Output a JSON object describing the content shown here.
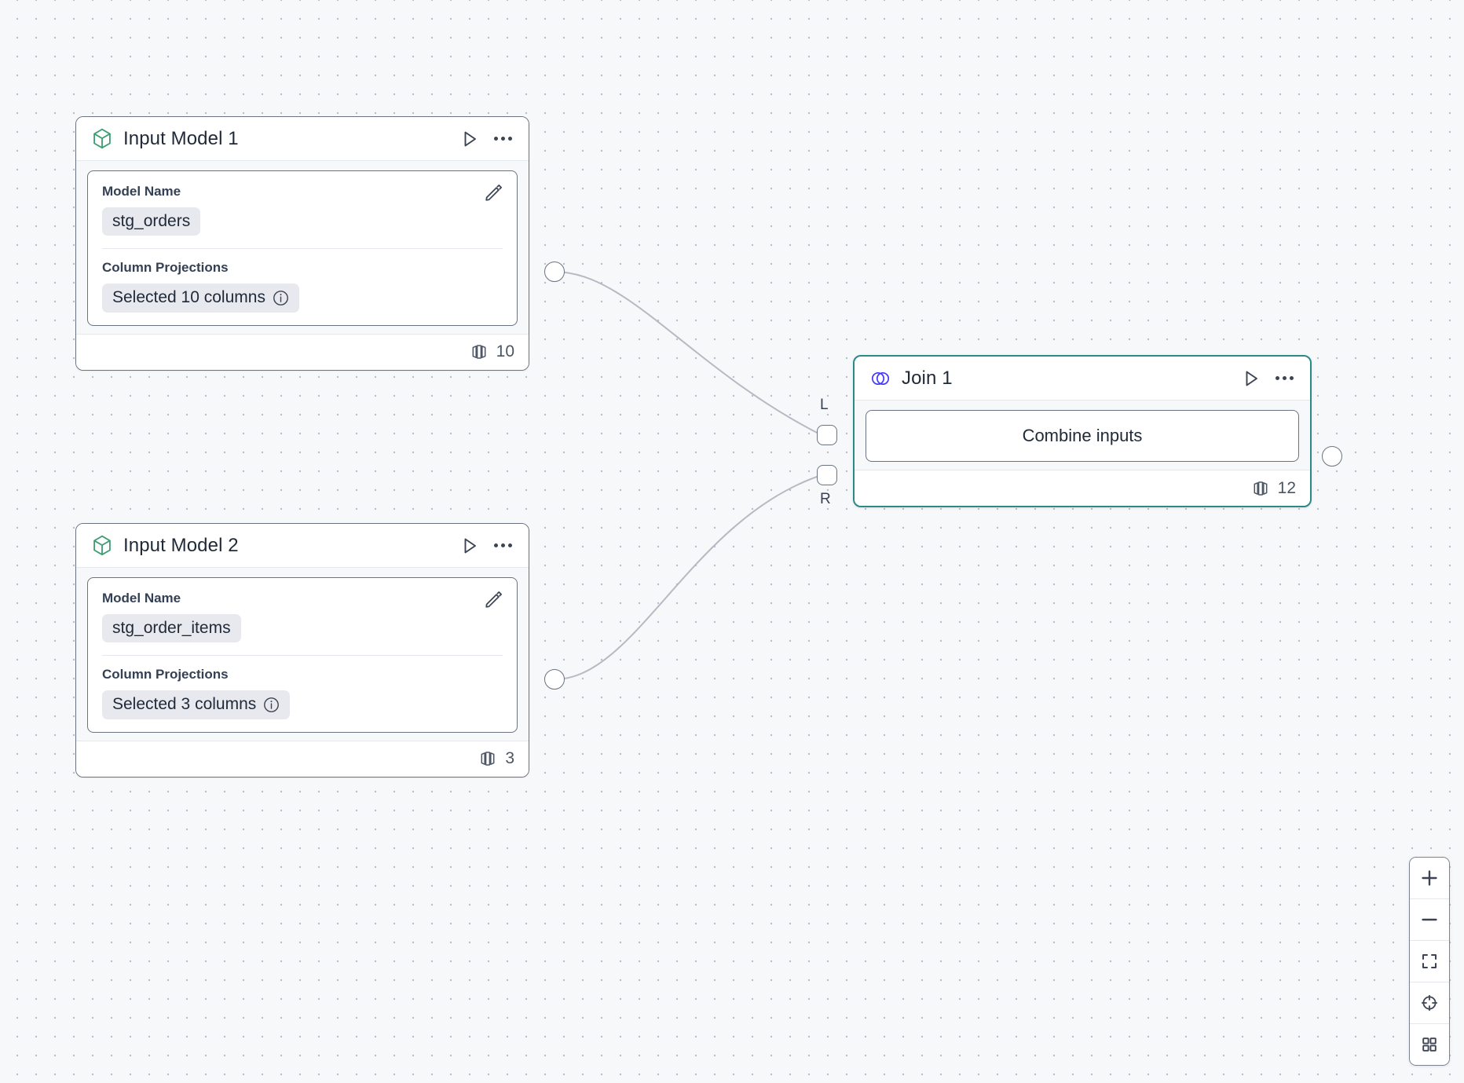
{
  "canvas": {
    "background_color": "#f7f8fa",
    "dot_color": "#b9bfcc"
  },
  "nodes": [
    {
      "id": "input-model-1",
      "type": "input-model",
      "title": "Input Model 1",
      "icon": "cube-icon",
      "icon_color": "#3f9e72",
      "selected": false,
      "fields": {
        "model_name_label": "Model Name",
        "model_name_value": "stg_orders",
        "column_projections_label": "Column Projections",
        "column_projections_value": "Selected 10 columns"
      },
      "footer": {
        "columns_icon": "columns-icon",
        "count": "10"
      }
    },
    {
      "id": "input-model-2",
      "type": "input-model",
      "title": "Input Model 2",
      "icon": "cube-icon",
      "icon_color": "#3f9e72",
      "selected": false,
      "fields": {
        "model_name_label": "Model Name",
        "model_name_value": "stg_order_items",
        "column_projections_label": "Column Projections",
        "column_projections_value": "Selected 3 columns"
      },
      "footer": {
        "columns_icon": "columns-icon",
        "count": "3"
      }
    },
    {
      "id": "join-1",
      "type": "join",
      "title": "Join 1",
      "icon": "venn-join-icon",
      "icon_color": "#4338ff",
      "selected": true,
      "selected_border_color": "#2a8a87",
      "body_label": "Combine inputs",
      "ports": {
        "left_label": "L",
        "right_label": "R"
      },
      "footer": {
        "columns_icon": "columns-icon",
        "count": "12"
      }
    }
  ],
  "controls": [
    {
      "name": "zoom-in-button",
      "icon": "plus-icon"
    },
    {
      "name": "zoom-out-button",
      "icon": "minus-icon"
    },
    {
      "name": "fit-view-button",
      "icon": "fit-screen-icon"
    },
    {
      "name": "center-view-button",
      "icon": "crosshair-target-icon"
    },
    {
      "name": "toggle-minimap-button",
      "icon": "grid-squares-icon"
    }
  ]
}
